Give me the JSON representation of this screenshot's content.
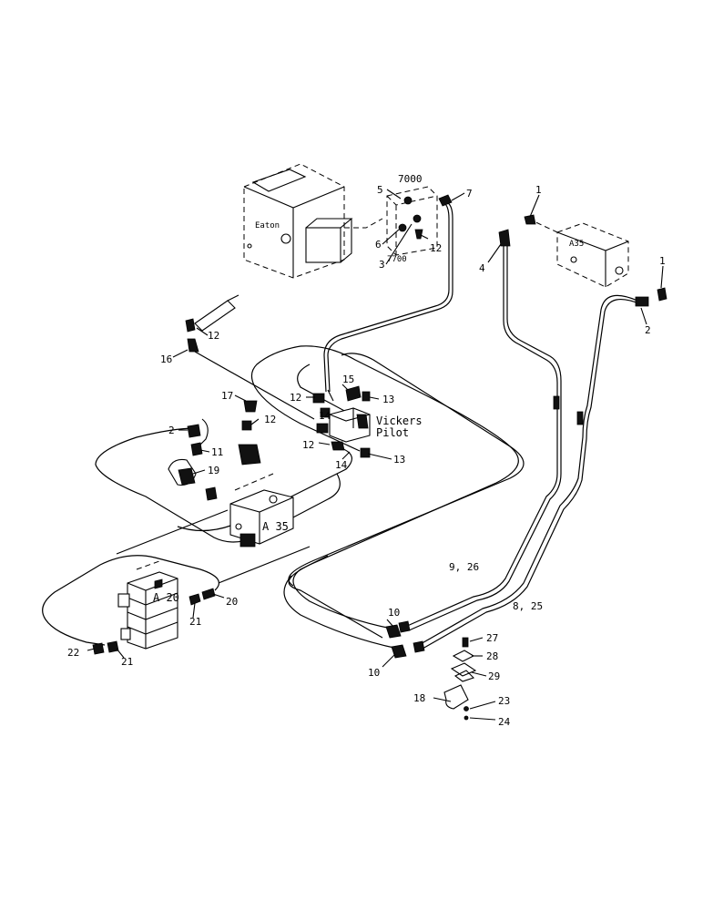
{
  "components": {
    "eaton_label": "Eaton",
    "valve_7000_label": "7000",
    "valve_7700_label": "7700",
    "a35_top_label": "A35",
    "vickers_line1": "Vickers",
    "vickers_line2": "Pilot",
    "a35_mid_label": "A 35",
    "a20_label": "A 20"
  },
  "callouts": {
    "c1a": "1",
    "c1b": "1",
    "c2a": "2",
    "c2b": "2",
    "c3": "3",
    "c4": "4",
    "c5": "5",
    "c6": "6",
    "c7": "7",
    "c8_25": "8, 25",
    "c9_26": "9, 26",
    "c10a": "10",
    "c10b": "10",
    "c11": "11",
    "c12a": "12",
    "c12b": "12",
    "c12c": "12",
    "c12d": "12",
    "c12e": "12",
    "c13a": "13",
    "c13b": "13",
    "c14a": "14",
    "c14b": "14",
    "c15": "15",
    "c16": "16",
    "c17": "17",
    "c18": "18",
    "c19": "19",
    "c20a": "20",
    "c20b": "20",
    "c21a": "21",
    "c21b": "21",
    "c22": "22",
    "c23": "23",
    "c24": "24",
    "c27": "27",
    "c28": "28",
    "c29": "29"
  }
}
